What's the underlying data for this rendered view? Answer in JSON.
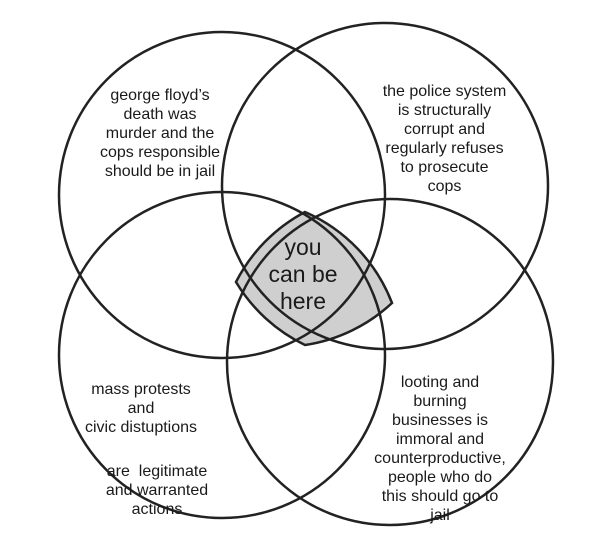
{
  "diagram": {
    "type": "venn-4",
    "fill_color": "#cfcfcf",
    "stroke_color": "#222222",
    "sets": [
      {
        "id": "top-left",
        "text": "george floyd’s\ndeath was\nmurder and the\ncops responsible\nshould be in jail"
      },
      {
        "id": "top-right",
        "text": "the police system\nis structurally\ncorrupt and\nregularly refuses\nto prosecute\ncops"
      },
      {
        "id": "bottom-left",
        "text_part1": "mass protests\nand\ncivic distuptions",
        "text_part2": "are  legitimate\nand warranted\nactions"
      },
      {
        "id": "bottom-right",
        "text": "looting and\nburning\nbusinesses is\nimmoral and\ncounterproductive,\npeople who do\nthis should go to\njail"
      }
    ],
    "center_text": "you\ncan be\nhere"
  }
}
